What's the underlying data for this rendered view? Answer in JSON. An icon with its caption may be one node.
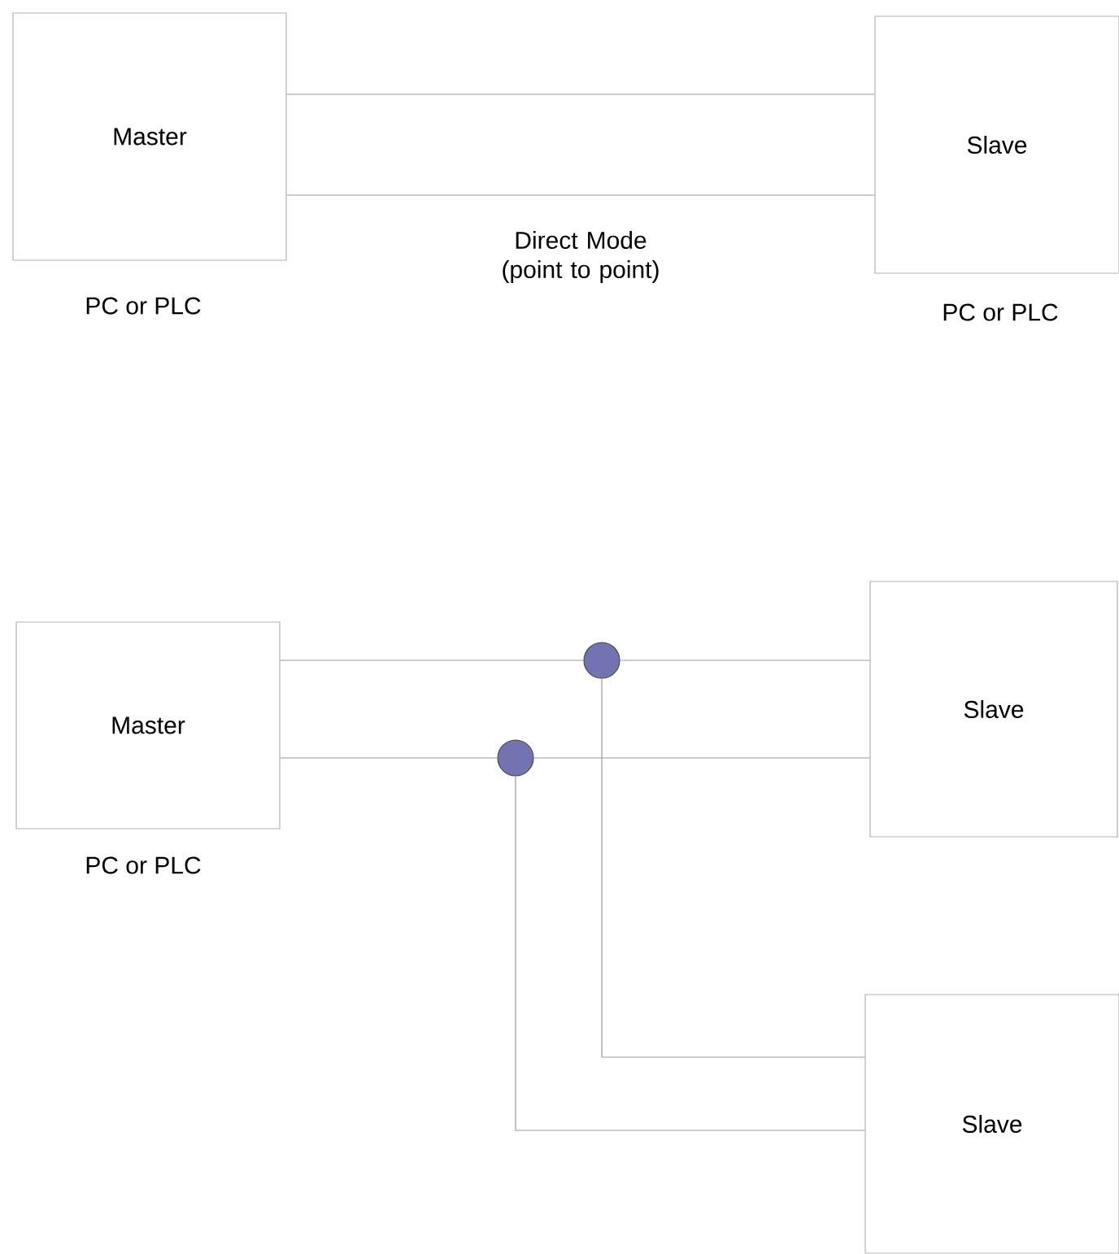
{
  "diagram": {
    "nodes": [
      {
        "text": [
          "Master"
        ],
        "beside": [
          "PC or PLC"
        ]
      },
      {
        "text": [
          "Slave"
        ],
        "beside": [
          "PC or PLC"
        ]
      },
      {
        "text": [
          "Master"
        ],
        "beside": [
          "PC or PLC"
        ]
      },
      {
        "text": [
          "Slave"
        ]
      },
      {
        "text": [
          "Slave"
        ]
      },
      {
        "text": [],
        "shape": "circle"
      },
      {
        "text": [],
        "shape": "circle"
      }
    ],
    "edges": [
      {
        "from": 0,
        "to": 1,
        "arrow": "none"
      },
      {
        "from": 0,
        "to": 1,
        "arrow": "none",
        "label": "Direct Mode (point to point)"
      },
      {
        "from": 2,
        "to": 5,
        "arrow": "none"
      },
      {
        "from": 5,
        "to": 3,
        "arrow": "none"
      },
      {
        "from": 2,
        "to": 6,
        "arrow": "none"
      },
      {
        "from": 6,
        "to": 3,
        "arrow": "none"
      },
      {
        "from": 5,
        "to": 4,
        "arrow": "none"
      },
      {
        "from": 6,
        "to": 4,
        "arrow": "none"
      }
    ]
  }
}
